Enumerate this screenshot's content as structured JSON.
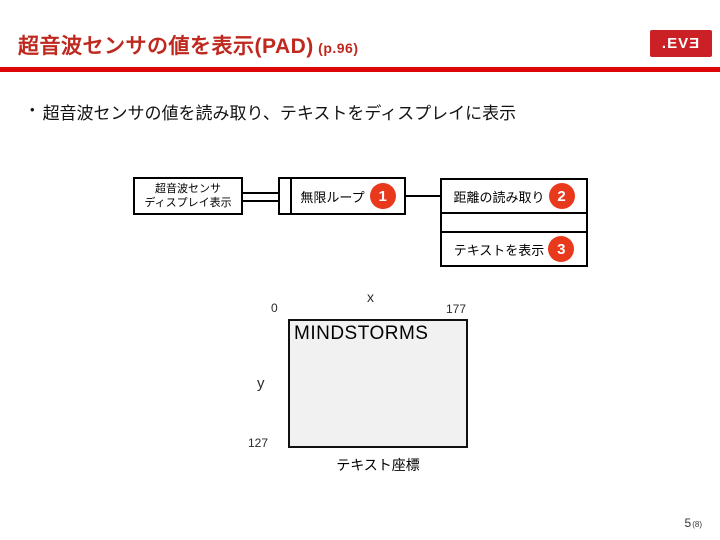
{
  "header": {
    "title": "超音波センサの値を表示(PAD)",
    "title_suffix": " (p.96)",
    "logo_text": ".EVƎ"
  },
  "bullet": {
    "marker": "•",
    "text": "超音波センサの値を読み取り、テキストをディスプレイに表示"
  },
  "pad": {
    "start_box": {
      "line1": "超音波センサ",
      "line2": "ディスプレイ表示"
    },
    "loop_box": {
      "label": "無限ループ",
      "step": "1"
    },
    "read_box": {
      "label": "距離の読み取り",
      "step": "2"
    },
    "display_box": {
      "label": "テキストを表示",
      "step": "3"
    }
  },
  "screen": {
    "x_axis_label": "x",
    "x_min": "0",
    "x_max": "177",
    "y_axis_label": "y",
    "y_max": "127",
    "display_text": "MINDSTORMS",
    "caption": "テキスト座標"
  },
  "footer": {
    "page_number": "5",
    "suffix": "(8)"
  },
  "colors": {
    "title_red": "#bf281e",
    "rule_red": "#dd0806",
    "logo_red": "#cc2027",
    "step_badge_red": "#e8391d",
    "screen_gray": "#f1f1f1"
  }
}
